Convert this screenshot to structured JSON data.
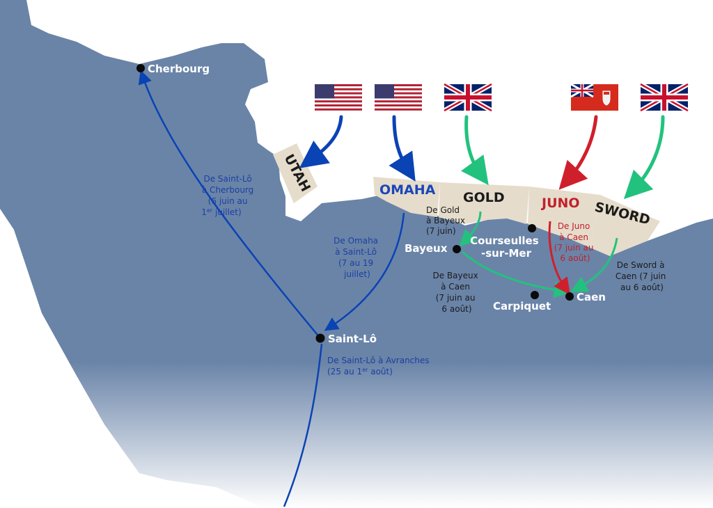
{
  "colors": {
    "sea": "#ffffff",
    "land": "#6a84a8",
    "beach": "#e6dccb",
    "us": "#0a43b4",
    "uk": "#22c27e",
    "canada": "#d01f2c",
    "dot": "#0a0a0a"
  },
  "cities": [
    {
      "id": "cherbourg",
      "name": "Cherbourg"
    },
    {
      "id": "saint-lo",
      "name": "Saint-Lô"
    },
    {
      "id": "bayeux",
      "name": "Bayeux"
    },
    {
      "id": "courseulles",
      "name_line1": "Courseulles",
      "name_line2": "-sur-Mer"
    },
    {
      "id": "carpiquet",
      "name": "Carpiquet"
    },
    {
      "id": "caen",
      "name": "Caen"
    }
  ],
  "beaches": [
    {
      "id": "utah",
      "name": "UTAH",
      "nation": "us"
    },
    {
      "id": "omaha",
      "name": "OMAHA",
      "nation": "us"
    },
    {
      "id": "gold",
      "name": "GOLD",
      "nation": "uk"
    },
    {
      "id": "juno",
      "name": "JUNO",
      "nation": "canada"
    },
    {
      "id": "sword",
      "name": "SWORD",
      "nation": "uk"
    }
  ],
  "flags": [
    {
      "id": "utah",
      "icon": "us-flag-icon"
    },
    {
      "id": "omaha",
      "icon": "us-flag-icon"
    },
    {
      "id": "gold",
      "icon": "uk-flag-icon"
    },
    {
      "id": "juno",
      "icon": "canada-red-ensign-flag-icon"
    },
    {
      "id": "sword",
      "icon": "uk-flag-icon"
    }
  ],
  "routes": {
    "saint_lo_cherbourg": [
      "De Saint-Lô",
      "à Cherbourg",
      "(6 juin au",
      "1",
      "er",
      " juillet)"
    ],
    "omaha_saint_lo": [
      "De Omaha",
      "à Saint-Lô",
      "(7 au 19",
      "juillet)"
    ],
    "saint_lo_avranches": [
      "De Saint-Lô à Avranches",
      "(25 au 1",
      "er",
      " août)"
    ],
    "gold_bayeux": [
      "De Gold",
      "à Bayeux",
      "(7 juin)"
    ],
    "bayeux_caen": [
      "De Bayeux",
      "à Caen",
      "(7 juin au",
      "6 août)"
    ],
    "juno_caen": [
      "De Juno",
      "à Caen",
      "(7 juin au",
      "6 août)"
    ],
    "sword_caen": [
      "De Sword à",
      "Caen (7 juin",
      "au 6 août)"
    ]
  }
}
